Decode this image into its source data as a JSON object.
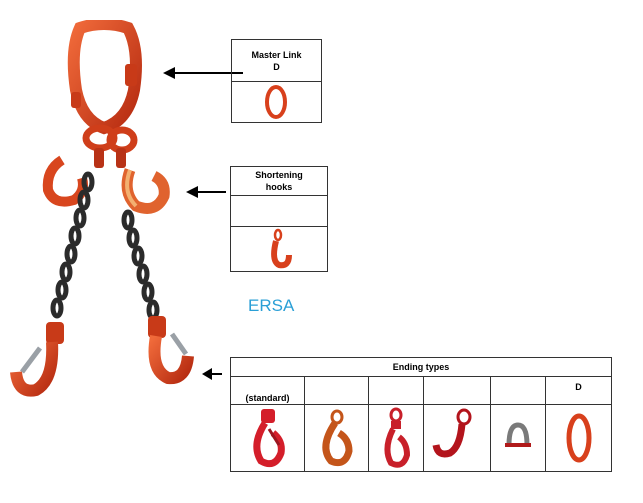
{
  "master_link": {
    "header_line1": "Master Link",
    "header_line2": "D"
  },
  "shortening": {
    "header_line1": "Shortening",
    "header_line2": "hooks"
  },
  "brand": "ERSA",
  "ending_types": {
    "title": "Ending types",
    "columns": [
      {
        "label": "(standard)",
        "icon": "self-locking-hook"
      },
      {
        "label": "",
        "icon": "eye-sling-hook"
      },
      {
        "label": "",
        "icon": "swivel-self-locking-hook"
      },
      {
        "label": "",
        "icon": "open-eye-hook"
      },
      {
        "label": "",
        "icon": "shackle"
      },
      {
        "label": "D",
        "icon": "master-link"
      }
    ]
  },
  "colors": {
    "link_red": "#d8401c",
    "chain_dark": "#2a2a2a",
    "brand_blue": "#2a9fd6"
  }
}
